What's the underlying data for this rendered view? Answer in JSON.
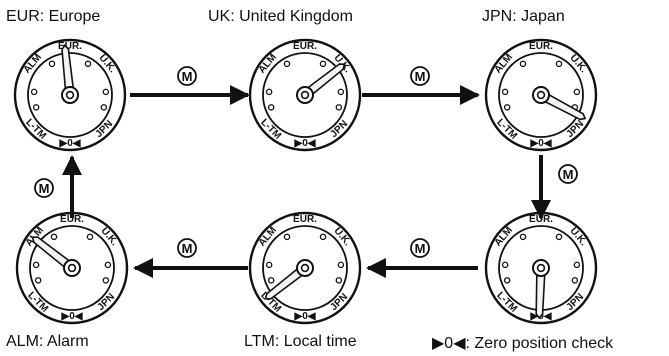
{
  "captions": {
    "eur": "EUR: Europe",
    "uk": "UK: United Kingdom",
    "jpn": "JPN: Japan",
    "alm": "ALM: Alarm",
    "ltm": "LTM: Local time",
    "zero": "▶0◀: Zero position check"
  },
  "dial_labels": {
    "eur": "EUR.",
    "uk": "U.K.",
    "jpn": "JPN",
    "ltm": "L-TM",
    "alm": "ALM",
    "zero": "▶0◀"
  },
  "mode_button": "M",
  "colors": {
    "ink": "#111111",
    "hand": "#f4f4f4"
  }
}
